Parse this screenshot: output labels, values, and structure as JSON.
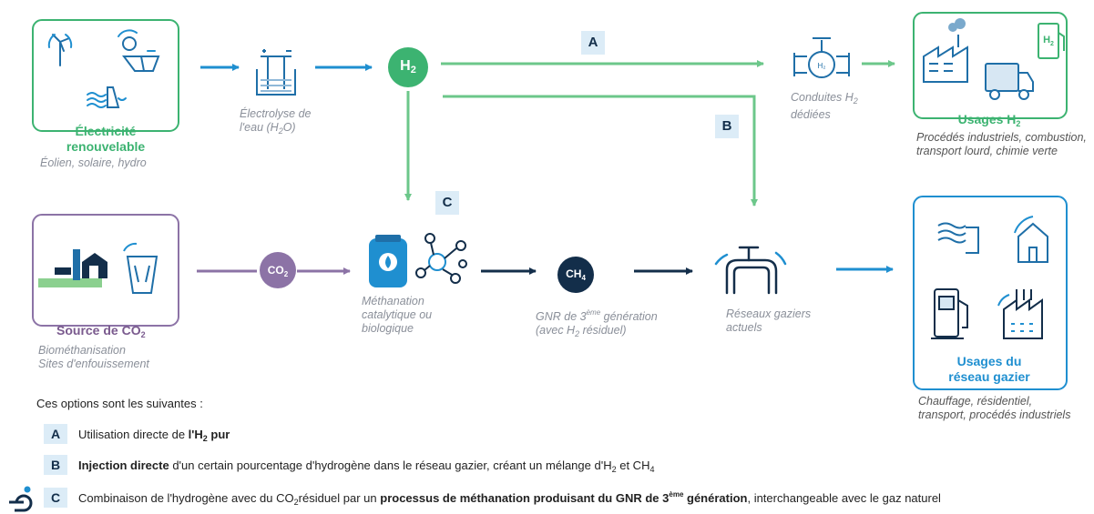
{
  "colors": {
    "green": "#3cb371",
    "blue": "#1f8fd0",
    "navy": "#132e4a",
    "purple": "#7a5a8e",
    "label_bg": "#dcecf7"
  },
  "nodes": {
    "electricite": {
      "title_line1": "Électricité",
      "title_line2": "renouvelable",
      "caption": "Éolien, solaire, hydro"
    },
    "electrolyse": {
      "line1": "Électrolyse de",
      "line2_pre": "l'eau (H",
      "line2_sub": "2",
      "line2_post": "O)"
    },
    "h2": {
      "label": "H",
      "sub": "2"
    },
    "conduites": {
      "line1_pre": "Conduites H",
      "line1_sub": "2",
      "line2": "dédiées"
    },
    "usages_h2": {
      "title_pre": "Usages H",
      "title_sub": "2",
      "caption_line1": "Procédés industriels, combustion,",
      "caption_line2": "transport lourd, chimie verte",
      "badge_pre": "H",
      "badge_sub": "2"
    },
    "source_co2": {
      "title_pre": "Source de CO",
      "title_sub": "2",
      "caption_line1": "Biométhanisation",
      "caption_line2": "Sites d'enfouissement"
    },
    "co2": {
      "label": "CO",
      "sub": "2"
    },
    "methanation": {
      "line1": "Méthanation",
      "line2": "catalytique ou",
      "line3": "biologique"
    },
    "ch4": {
      "label": "CH",
      "sub": "4"
    },
    "gnr": {
      "line1_pre": "GNR de 3",
      "line1_sup": "ème",
      "line1_post": " génération",
      "line2_pre": "(avec H",
      "line2_sub": "2",
      "line2_post": " résiduel)"
    },
    "reseaux": {
      "line1": "Réseaux gaziers",
      "line2": "actuels"
    },
    "usages_reseau": {
      "title_line1": "Usages du",
      "title_line2": "réseau gazier",
      "caption_line1": "Chauffage, résidentiel,",
      "caption_line2": "transport, procédés industriels"
    }
  },
  "path_labels": {
    "a": "A",
    "b": "B",
    "c": "C"
  },
  "legend": {
    "intro": "Ces options sont les suivantes :",
    "a": {
      "letter": "A",
      "pre": "Utilisation directe de ",
      "bold_pre": "l'H",
      "bold_sub": "2",
      "bold_post": " pur"
    },
    "b": {
      "letter": "B",
      "bold": "Injection directe",
      "mid": " d'un certain pourcentage d'hydrogène dans le réseau gazier, créant un mélange d'H",
      "sub": "2",
      "post": " et CH",
      "sub2": "4"
    },
    "c": {
      "letter": "C",
      "pre": "Combinaison de l'hydrogène avec du CO",
      "sub": "2",
      "mid": "résiduel par un ",
      "bold_pre": "processus de méthanation produisant du GNR de 3",
      "bold_sup": "ème",
      "bold_post": " génération",
      "post": ", interchangeable avec le gaz naturel"
    }
  }
}
